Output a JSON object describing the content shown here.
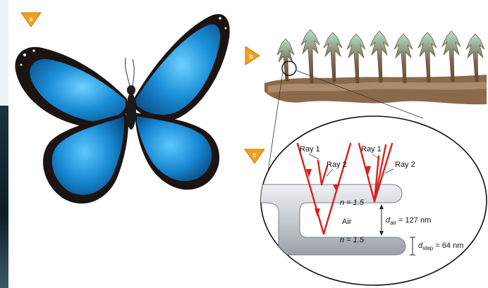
{
  "panels": {
    "a": {
      "badge": "a"
    },
    "b": {
      "badge": "b"
    },
    "c": {
      "badge": "c"
    }
  },
  "diagram": {
    "ray1_left": "Ray 1",
    "ray2_left": "Ray 2",
    "ray1_right": "Ray 1",
    "ray2_right": "Ray 2",
    "n_top": "n = 1.5",
    "n_bottom": "n = 1.5",
    "air": "Air",
    "d_air_sym": "d",
    "d_air_sub": "air",
    "d_air_val": " = 127 nm",
    "d_step_sym": "d",
    "d_step_sub": "step",
    "d_step_val": " = 64 nm"
  },
  "colors": {
    "butterfly_blue": "#1a8fd8",
    "butterfly_edge": "#1b1410",
    "ray_red": "#d62020",
    "badge_orange": "#f0a020",
    "layer_gray": "#c8ccd0",
    "scale_brown": "#8a6a4a",
    "scale_green": "#9fd3b8"
  },
  "icons": [
    "butterfly-illustration",
    "wing-scale-ridges"
  ]
}
